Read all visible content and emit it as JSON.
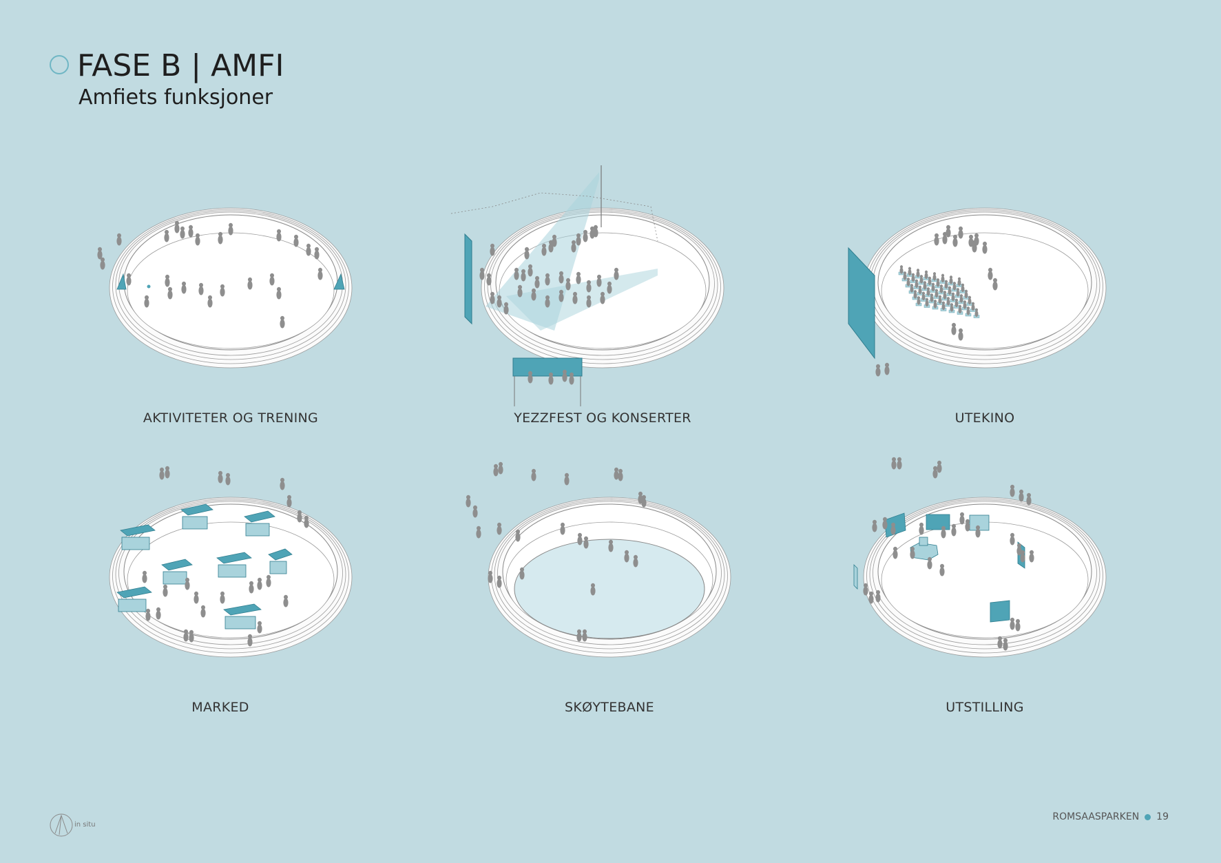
{
  "header": {
    "title": "FASE B | AMFI",
    "subtitle": "Amfiets funksjoner"
  },
  "colors": {
    "background": "#c1dbe1",
    "accent": "#4fa4b6",
    "accent_light": "#a9d3dc",
    "person": "#8e8e8e",
    "ground": "#ffffff",
    "ice": "#d6eaef"
  },
  "panels": [
    {
      "caption": "AKTIVITETER OG TRENING",
      "feature": "training"
    },
    {
      "caption": "YEZZFEST OG KONSERTER",
      "feature": "concert"
    },
    {
      "caption": "UTEKINO",
      "feature": "cinema"
    },
    {
      "caption": "MARKED",
      "feature": "market"
    },
    {
      "caption": "SKØYTEBANE",
      "feature": "ice-rink"
    },
    {
      "caption": "UTSTILLING",
      "feature": "exhibition"
    }
  ],
  "logo": {
    "icon": "in-situ-logo-icon",
    "text": "in situ"
  },
  "footer": {
    "project": "ROMSAASPARKEN",
    "page": "19"
  }
}
